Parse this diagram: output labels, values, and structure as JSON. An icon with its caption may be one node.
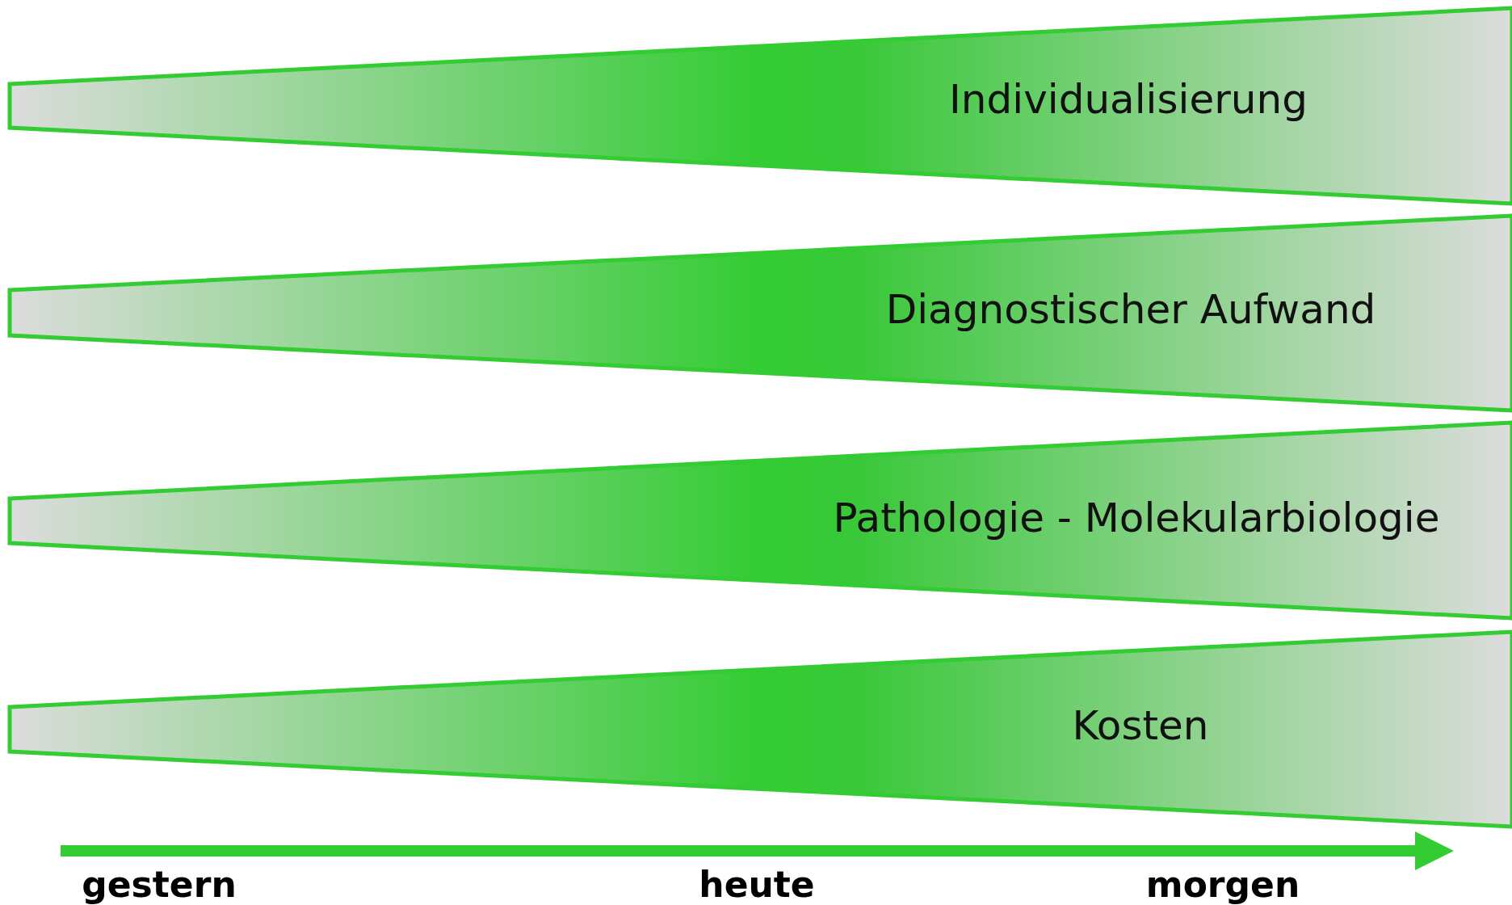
{
  "diagram": {
    "nodes": [
      {
        "text": [
          "Individualisierung"
        ]
      },
      {
        "text": [
          "Diagnostischer Aufwand"
        ]
      },
      {
        "text": [
          "Pathologie - Molekularbiologie"
        ]
      },
      {
        "text": [
          "Kosten"
        ]
      }
    ],
    "labels": [
      "gestern",
      "heute",
      "morgen"
    ]
  }
}
